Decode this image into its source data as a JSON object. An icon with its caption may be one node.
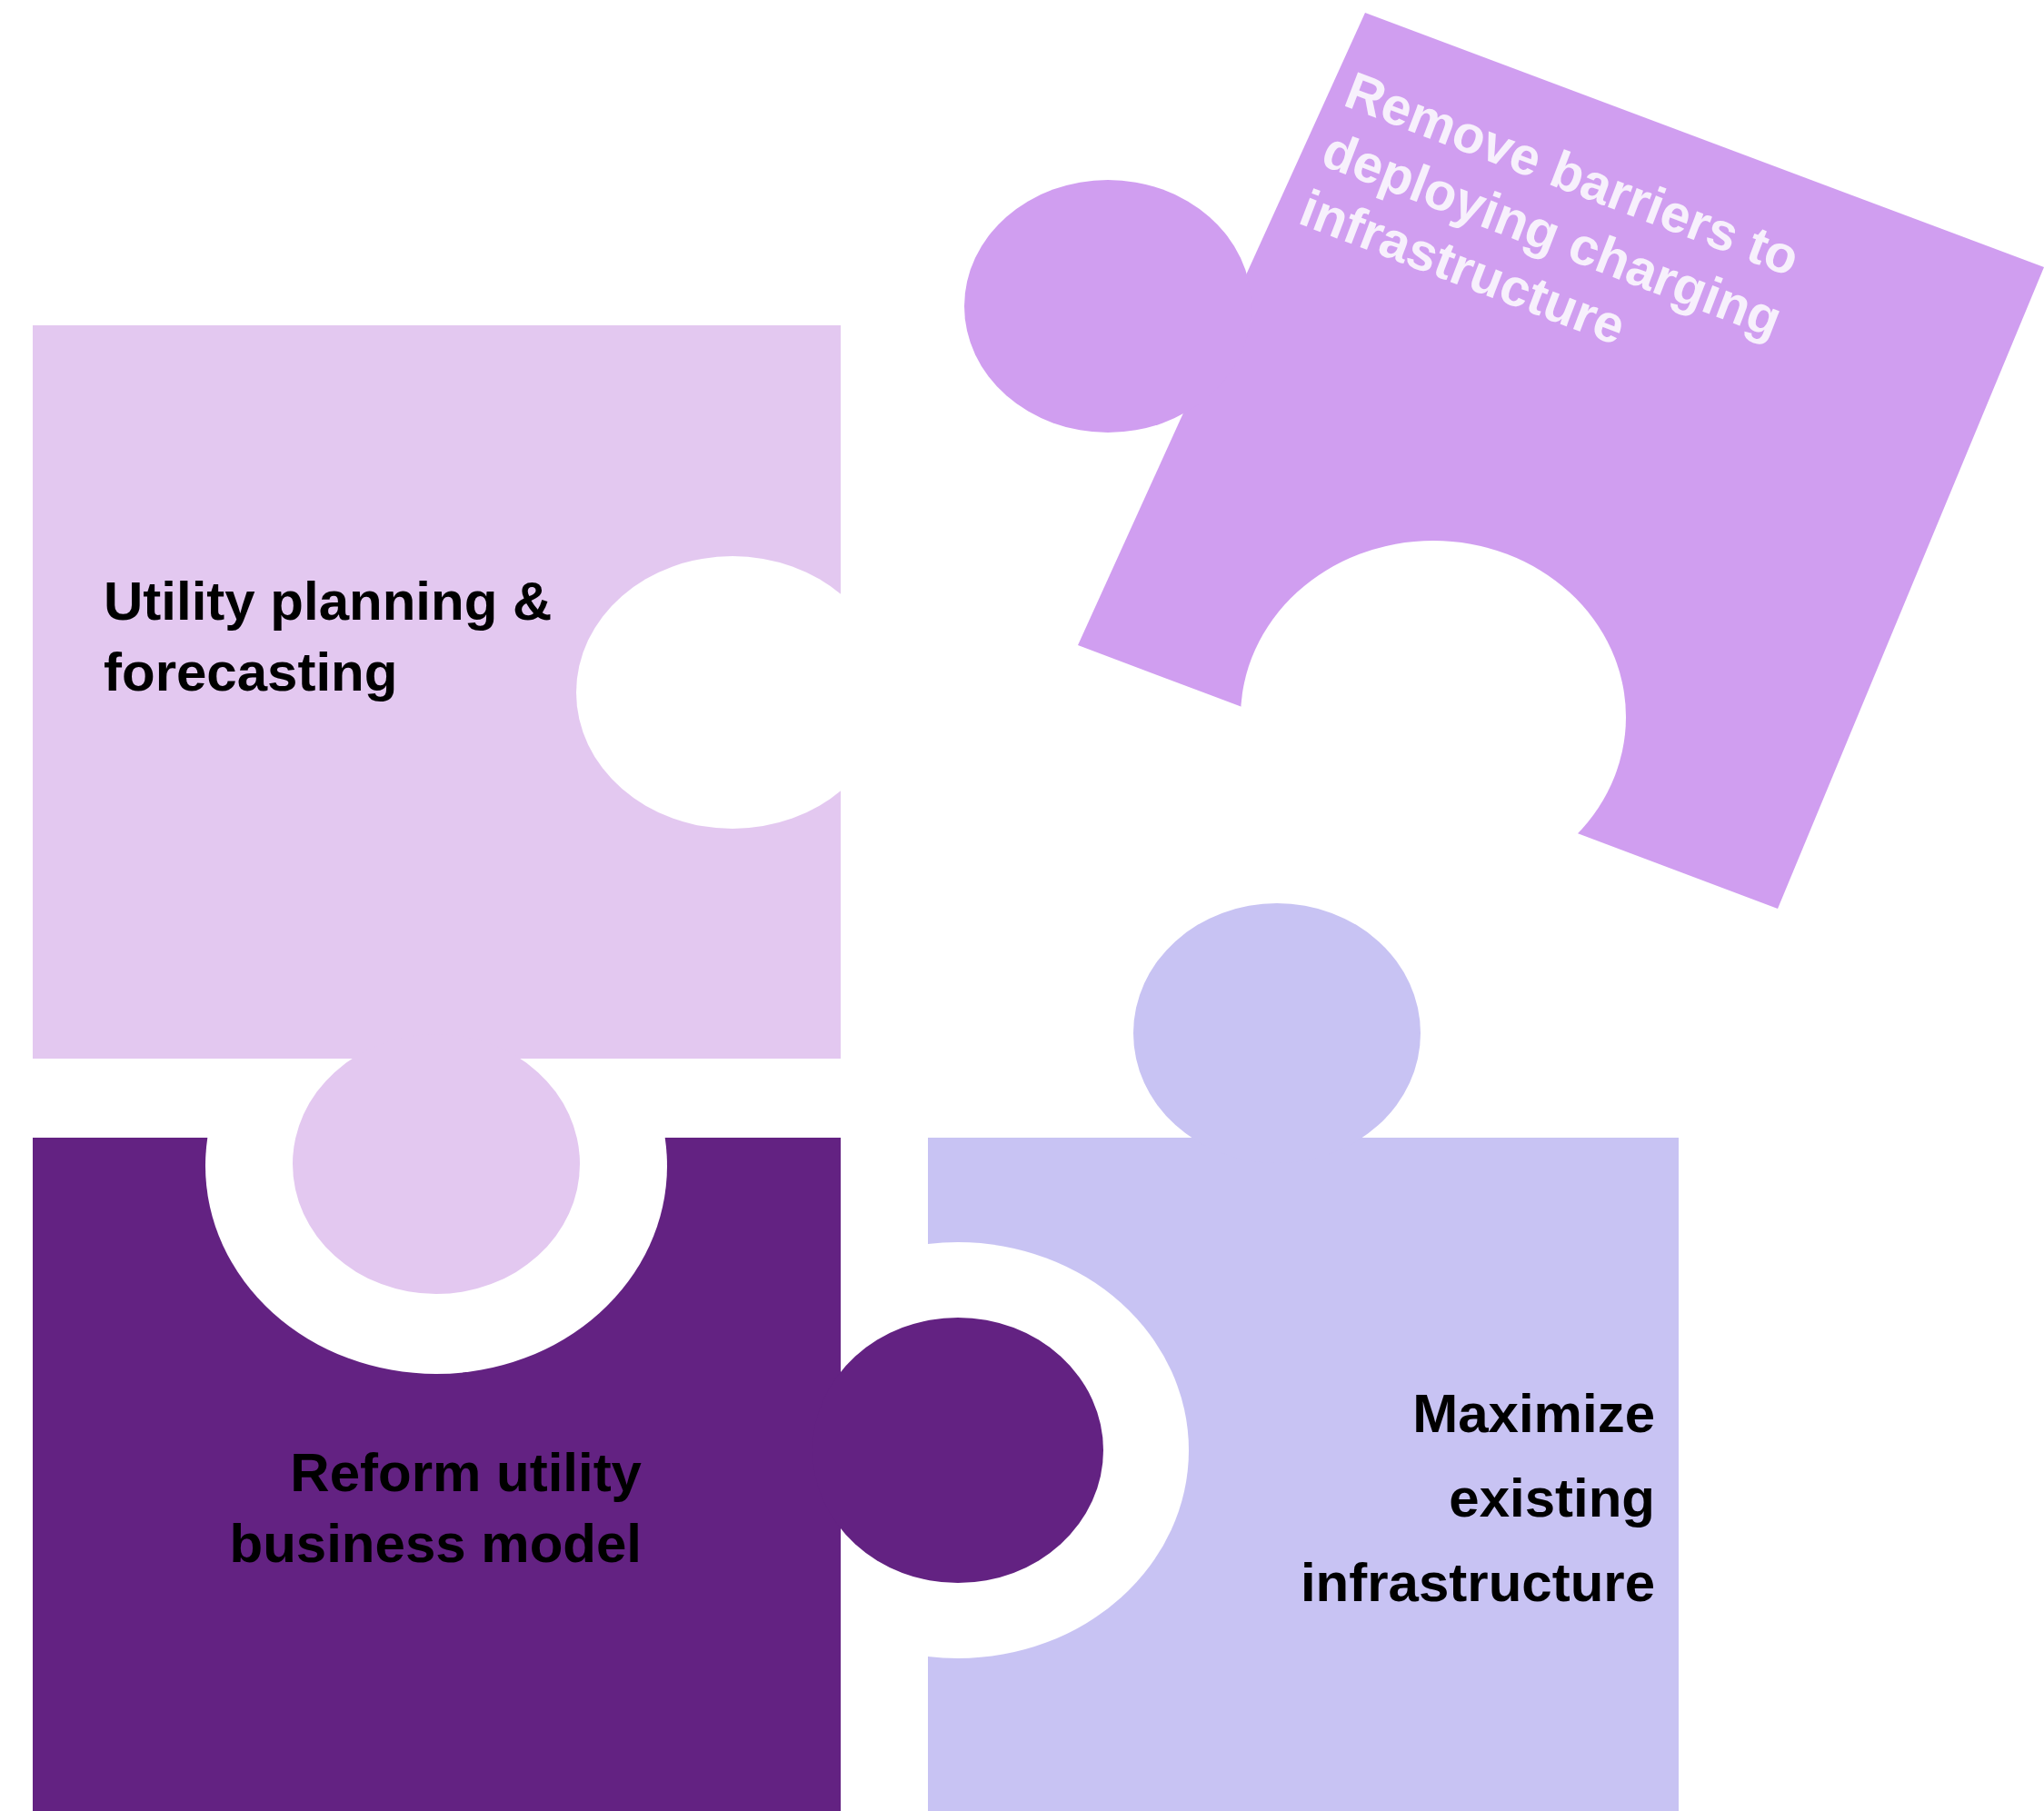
{
  "diagram": {
    "nodes": [
      {
        "text": [
          "Utility planning & forecasting"
        ]
      },
      {
        "text": [
          "Reform utility business model"
        ]
      },
      {
        "text": [
          "Maximize existing infrastructure"
        ]
      },
      {
        "text": [
          "Remove barriers to deploying charging infrastructure"
        ]
      }
    ]
  }
}
